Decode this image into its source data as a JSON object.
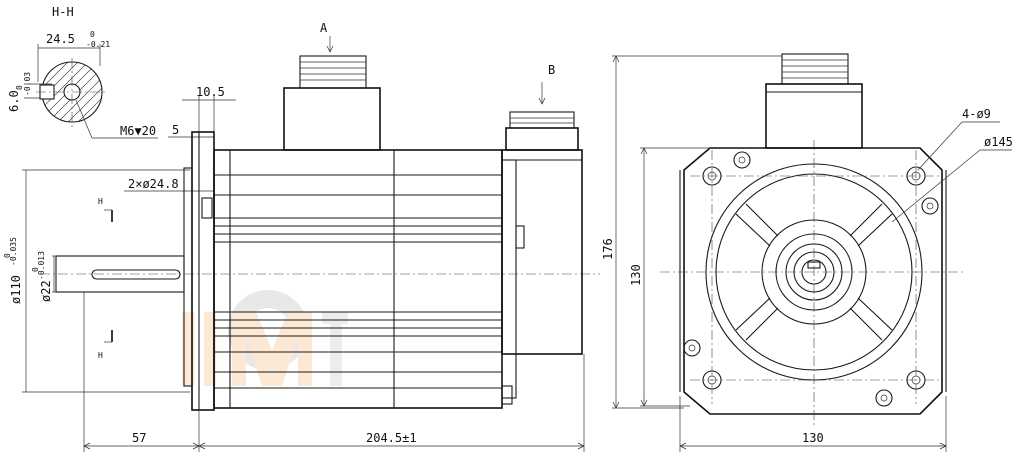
{
  "section": {
    "title": "H-H",
    "width_dim": "24.5",
    "width_tol_upper": "0",
    "width_tol_lower": "-0.21",
    "depth_dim": "6.0",
    "depth_tol_upper": "0",
    "depth_tol_lower": "-0.03",
    "thread": "M6▼20"
  },
  "side_view": {
    "dim_flange_thickness": "10.5",
    "dim_step": "5",
    "dim_holes": "2×ø24.8",
    "dim_spigot": "ø110",
    "dim_spigot_tol_upper": "0",
    "dim_spigot_tol_lower": "-0.035",
    "dim_shaft": "ø22",
    "dim_shaft_tol_upper": "0",
    "dim_shaft_tol_lower": "-0.013",
    "dim_shaft_length": "57",
    "dim_body_length": "204.5±1",
    "marker_a": "A",
    "marker_b": "B",
    "section_mark": "H"
  },
  "front_view": {
    "dim_holes": "4-ø9",
    "dim_pcd": "ø145",
    "dim_height": "176",
    "dim_square_v": "130",
    "dim_square_h": "130"
  },
  "watermark": {
    "color": "#f39a3c"
  }
}
